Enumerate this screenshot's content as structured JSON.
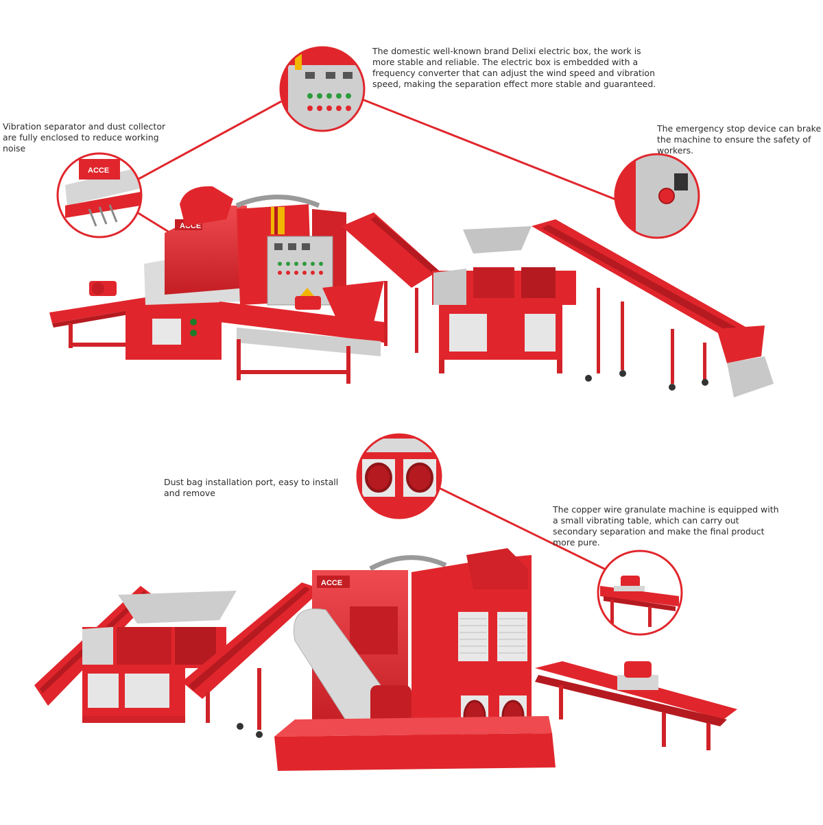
{
  "captions": {
    "electric_box": "The domestic well-known brand Delixi electric box, the work is\nmore stable and reliable. The electric box is embedded with a\nfrequency converter that can adjust the wind speed and vibration\nspeed, making the separation effect more stable and guaranteed.",
    "vibration_separator": "Vibration separator and dust collector\nare fully enclosed to reduce working\nnoise",
    "emergency_stop": "The emergency stop device can brake\nthe machine to ensure the safety of\nworkers.",
    "dust_bag": "Dust bag installation port, easy to install\nand remove",
    "vibrating_table": "The copper wire granulate machine is equipped with\na small vibrating table, which can carry out\nsecondary separation and make the final product\nmore pure."
  },
  "brand": "ACCE",
  "colors": {
    "machine_red": "#e0262c",
    "machine_red_dark": "#b51a20",
    "machine_red_light": "#ee4a4f",
    "panel_gray": "#d9d9d9",
    "steel_gray": "#a9a9a9",
    "callout_line": "#e0262c",
    "text": "#2b2b2b"
  },
  "icons": [
    "electric-box-icon",
    "emergency-stop-icon",
    "vibration-separator-icon",
    "dust-bag-port-icon",
    "vibrating-table-icon"
  ]
}
